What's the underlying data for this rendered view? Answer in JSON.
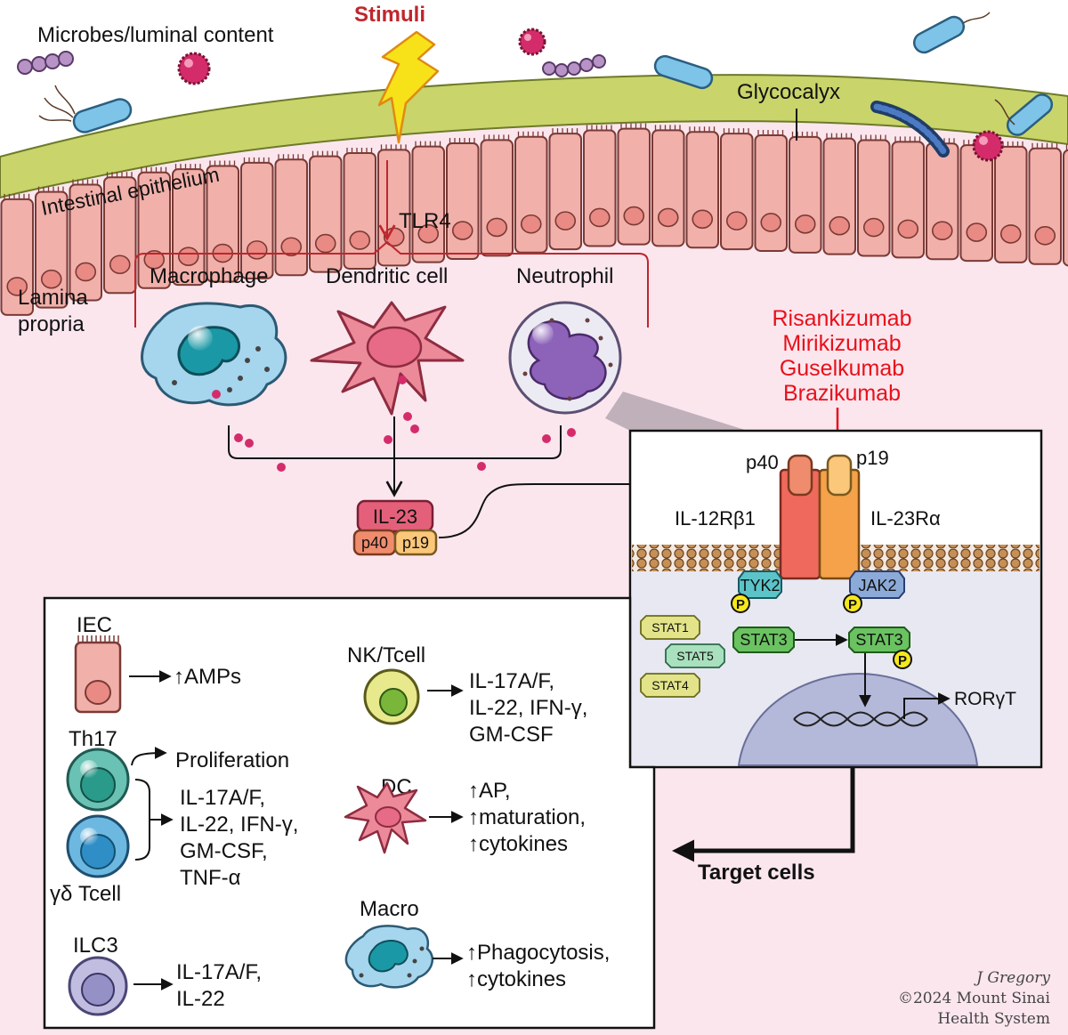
{
  "regions": {
    "lumen": "Microbes/luminal content",
    "glycocalyx": "Glycocalyx",
    "epithelium": "Intestinal epithelium",
    "lamina_propria": [
      "Lamina",
      "propria"
    ]
  },
  "stimuli": {
    "label": "Stimuli",
    "receptor": "TLR4"
  },
  "innate_cells": {
    "macrophage": "Macrophage",
    "dendritic": "Dendritic cell",
    "neutrophil": "Neutrophil"
  },
  "cytokine": {
    "name": "IL-23",
    "sub_p40": "p40",
    "sub_p19": "p19"
  },
  "drugs": {
    "color": "#e8101a",
    "names": [
      "Risankizumab",
      "Mirikizumab",
      "Guselkumab",
      "Brazikumab"
    ]
  },
  "receptor_panel": {
    "p40": "p40",
    "p19": "p19",
    "il12rb1": "IL-12Rβ1",
    "il23ra": "IL-23Rα",
    "tyk2": "TYK2",
    "jak2": "JAK2",
    "phospho": "P",
    "stat1": "STAT1",
    "stat5": "STAT5",
    "stat4": "STAT4",
    "stat3_left": "STAT3",
    "stat3_right": "STAT3",
    "rorgt": "RORγT"
  },
  "target_label": "Target cells",
  "targets": {
    "iec": {
      "title": "IEC",
      "effect": "↑AMPs"
    },
    "th17": {
      "title": "Th17",
      "effect": "Proliferation"
    },
    "gd": {
      "title": "γδ Tcell"
    },
    "shared_effect": [
      "IL-17A/F,",
      "IL-22, IFN-γ,",
      "GM-CSF,",
      "TNF-α"
    ],
    "ilc3": {
      "title": "ILC3",
      "effect": [
        "IL-17A/F,",
        "IL-22"
      ]
    },
    "nk": {
      "title": "NK/Tcell",
      "effect": [
        "IL-17A/F,",
        "IL-22, IFN-γ,",
        "GM-CSF"
      ]
    },
    "dc": {
      "title": "DC",
      "effect": [
        "↑AP,",
        "↑maturation,",
        "↑cytokines"
      ]
    },
    "macro": {
      "title": "Macro",
      "effect": [
        "↑Phagocytosis,",
        "↑cytokines"
      ]
    }
  },
  "credit": [
    "J Gregory",
    "©2024 Mount Sinai",
    "Health System"
  ],
  "colors": {
    "lamina_bg": "#fbe6ee",
    "glycocalyx": "#c9d46a",
    "epithelium": "#f1b0aa",
    "stimuli_red": "#c0262d",
    "lightning": "#f7e21a",
    "il23": "#e4607a",
    "p40": "#f08c6e",
    "p19": "#fbc77a",
    "receptor_left": "#ef6a5c",
    "receptor_right": "#f5a24a",
    "tyk2": "#5cc4c9",
    "jak2": "#8caad8",
    "stat_green": "#6ac261",
    "stat_yellow": "#e3e48a",
    "p_yellow": "#f7e81c"
  }
}
